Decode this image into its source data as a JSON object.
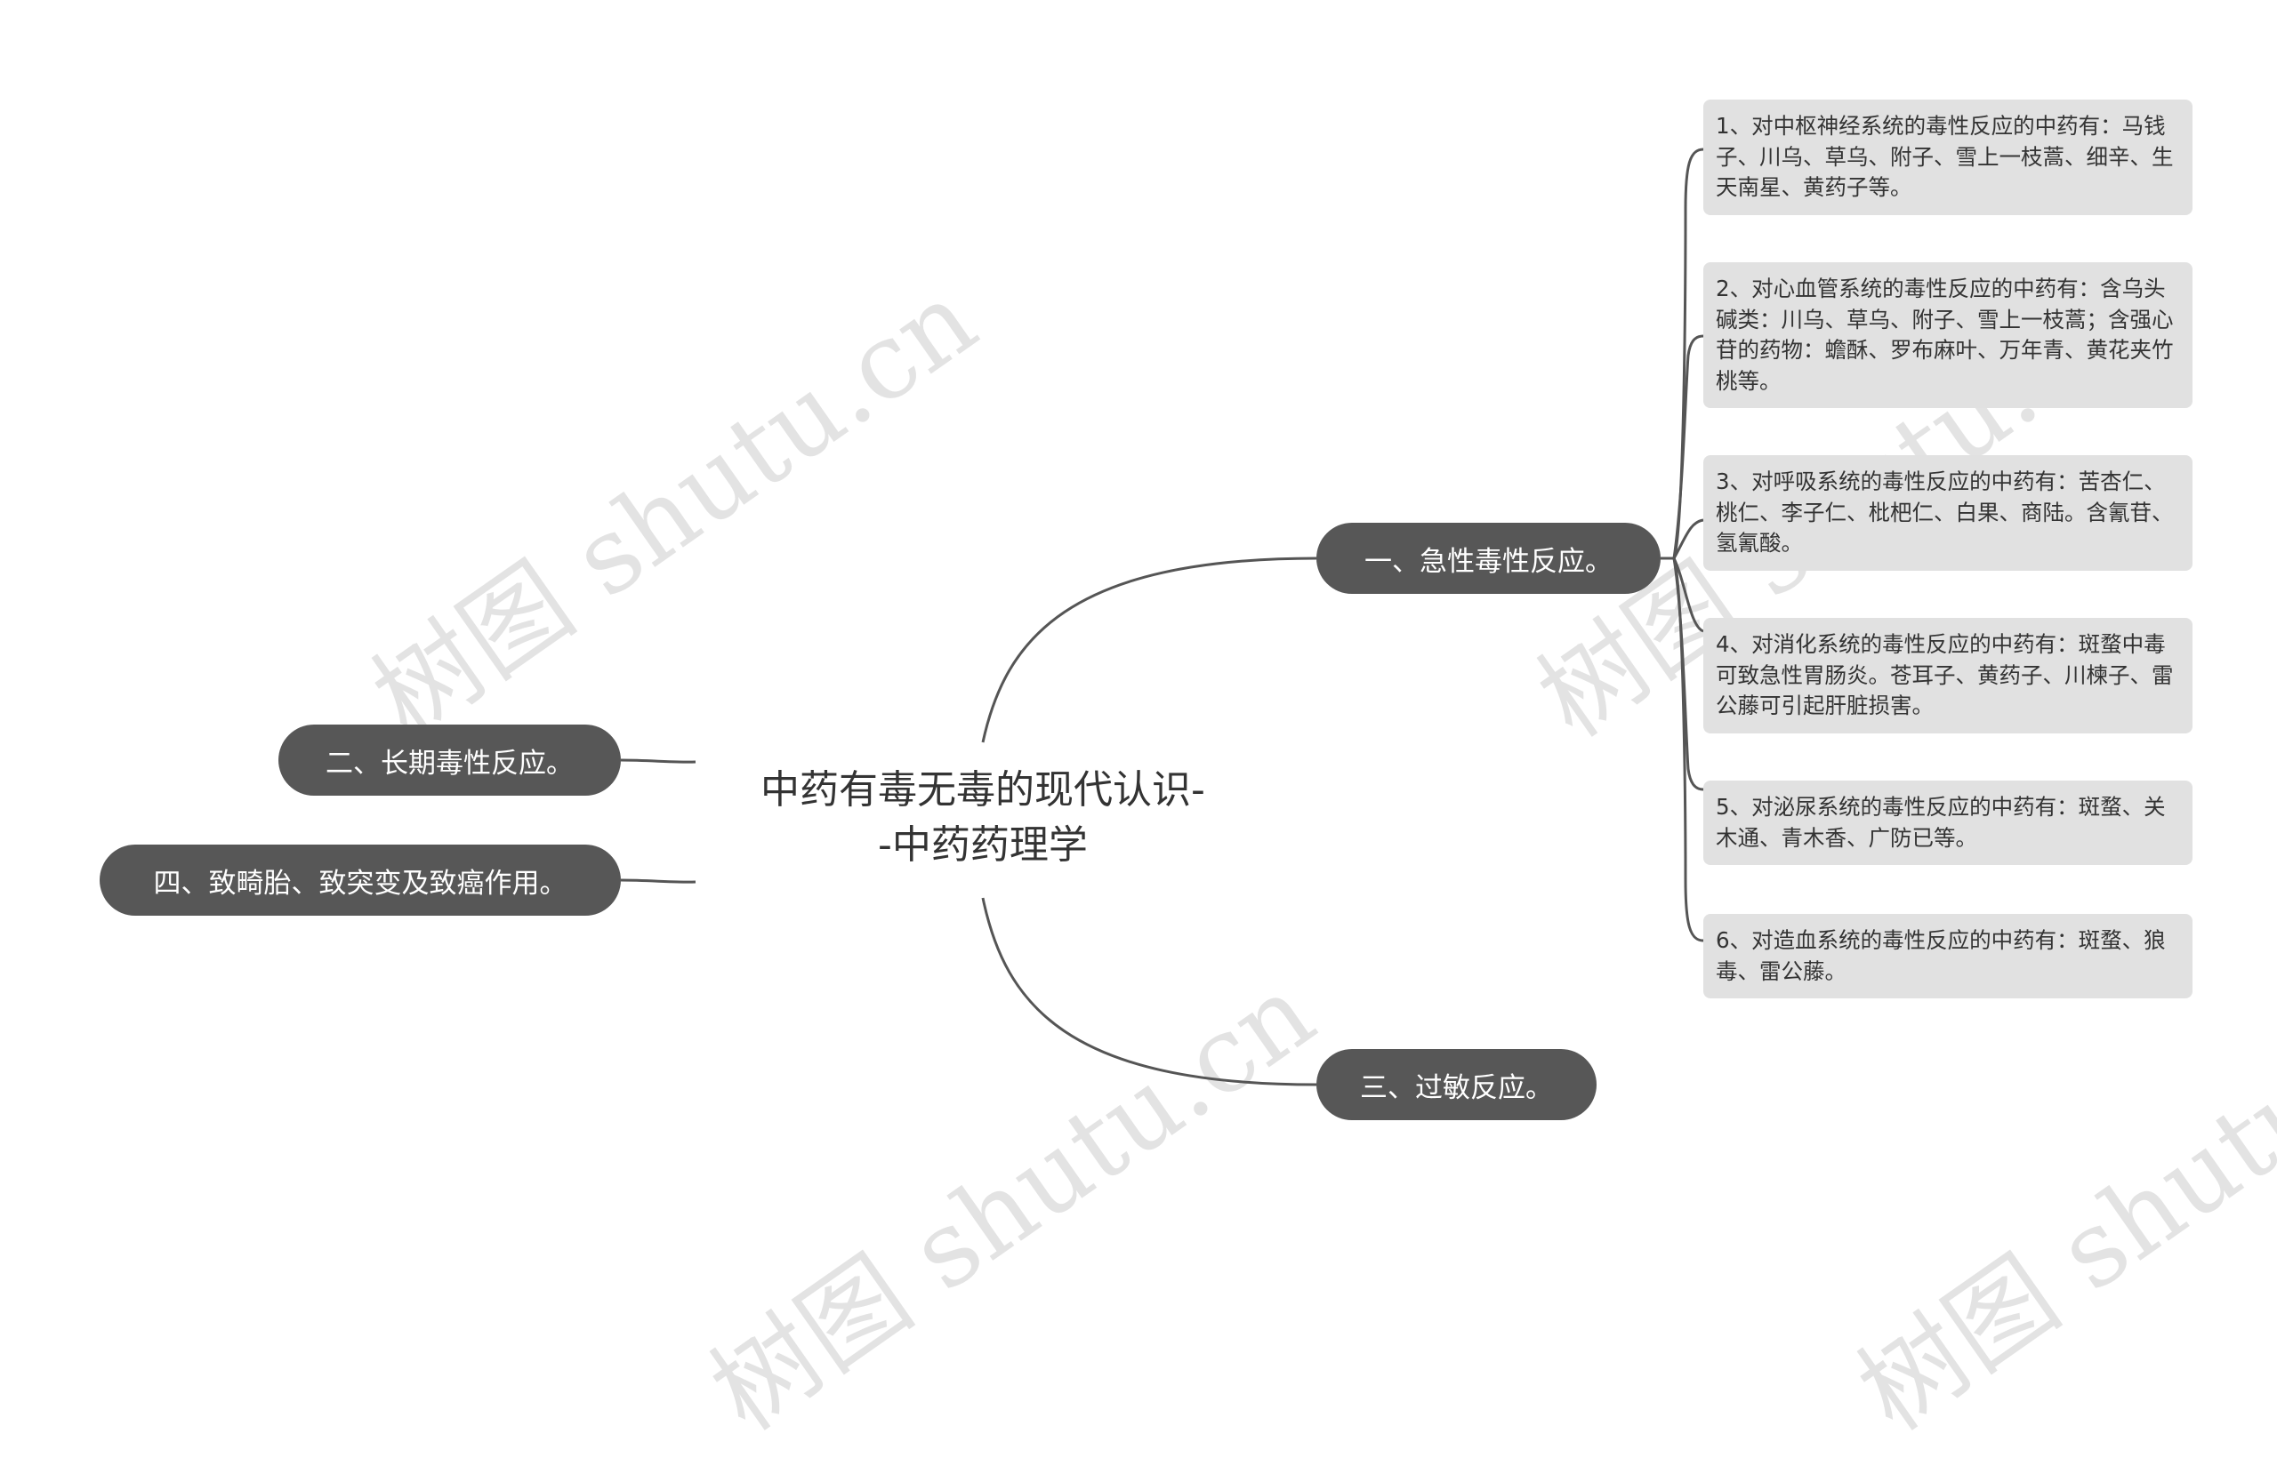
{
  "root": {
    "line1": "中药有毒无毒的现代认识-",
    "line2": "-中药药理学"
  },
  "branches": {
    "acute": "一、急性毒性反应。",
    "chronic": "二、长期毒性反应。",
    "allergy": "三、过敏反应。",
    "teratogenic": "四、致畸胎、致突变及致癌作用。"
  },
  "leaves": [
    "1、对中枢神经系统的毒性反应的中药有：马钱子、川乌、草乌、附子、雪上一枝蒿、细辛、生天南星、黄药子等。",
    "2、对心血管系统的毒性反应的中药有：含乌头碱类：川乌、草乌、附子、雪上一枝蒿；含强心苷的药物：蟾酥、罗布麻叶、万年青、黄花夹竹桃等。",
    "3、对呼吸系统的毒性反应的中药有：苦杏仁、桃仁、李子仁、枇杷仁、白果、商陆。含氰苷、氢氰酸。",
    "4、对消化系统的毒性反应的中药有：斑蝥中毒可致急性胃肠炎。苍耳子、黄药子、川楝子、雷公藤可引起肝脏损害。",
    "5、对泌尿系统的毒性反应的中药有：斑蝥、关木通、青木香、广防已等。",
    "6、对造血系统的毒性反应的中药有：斑蝥、狼毒、雷公藤。"
  ],
  "watermark": "树图 shutu.cn",
  "colors": {
    "node": "#575757",
    "leaf_bg": "#e1e1e1",
    "line": "#555555",
    "text": "#333333"
  }
}
